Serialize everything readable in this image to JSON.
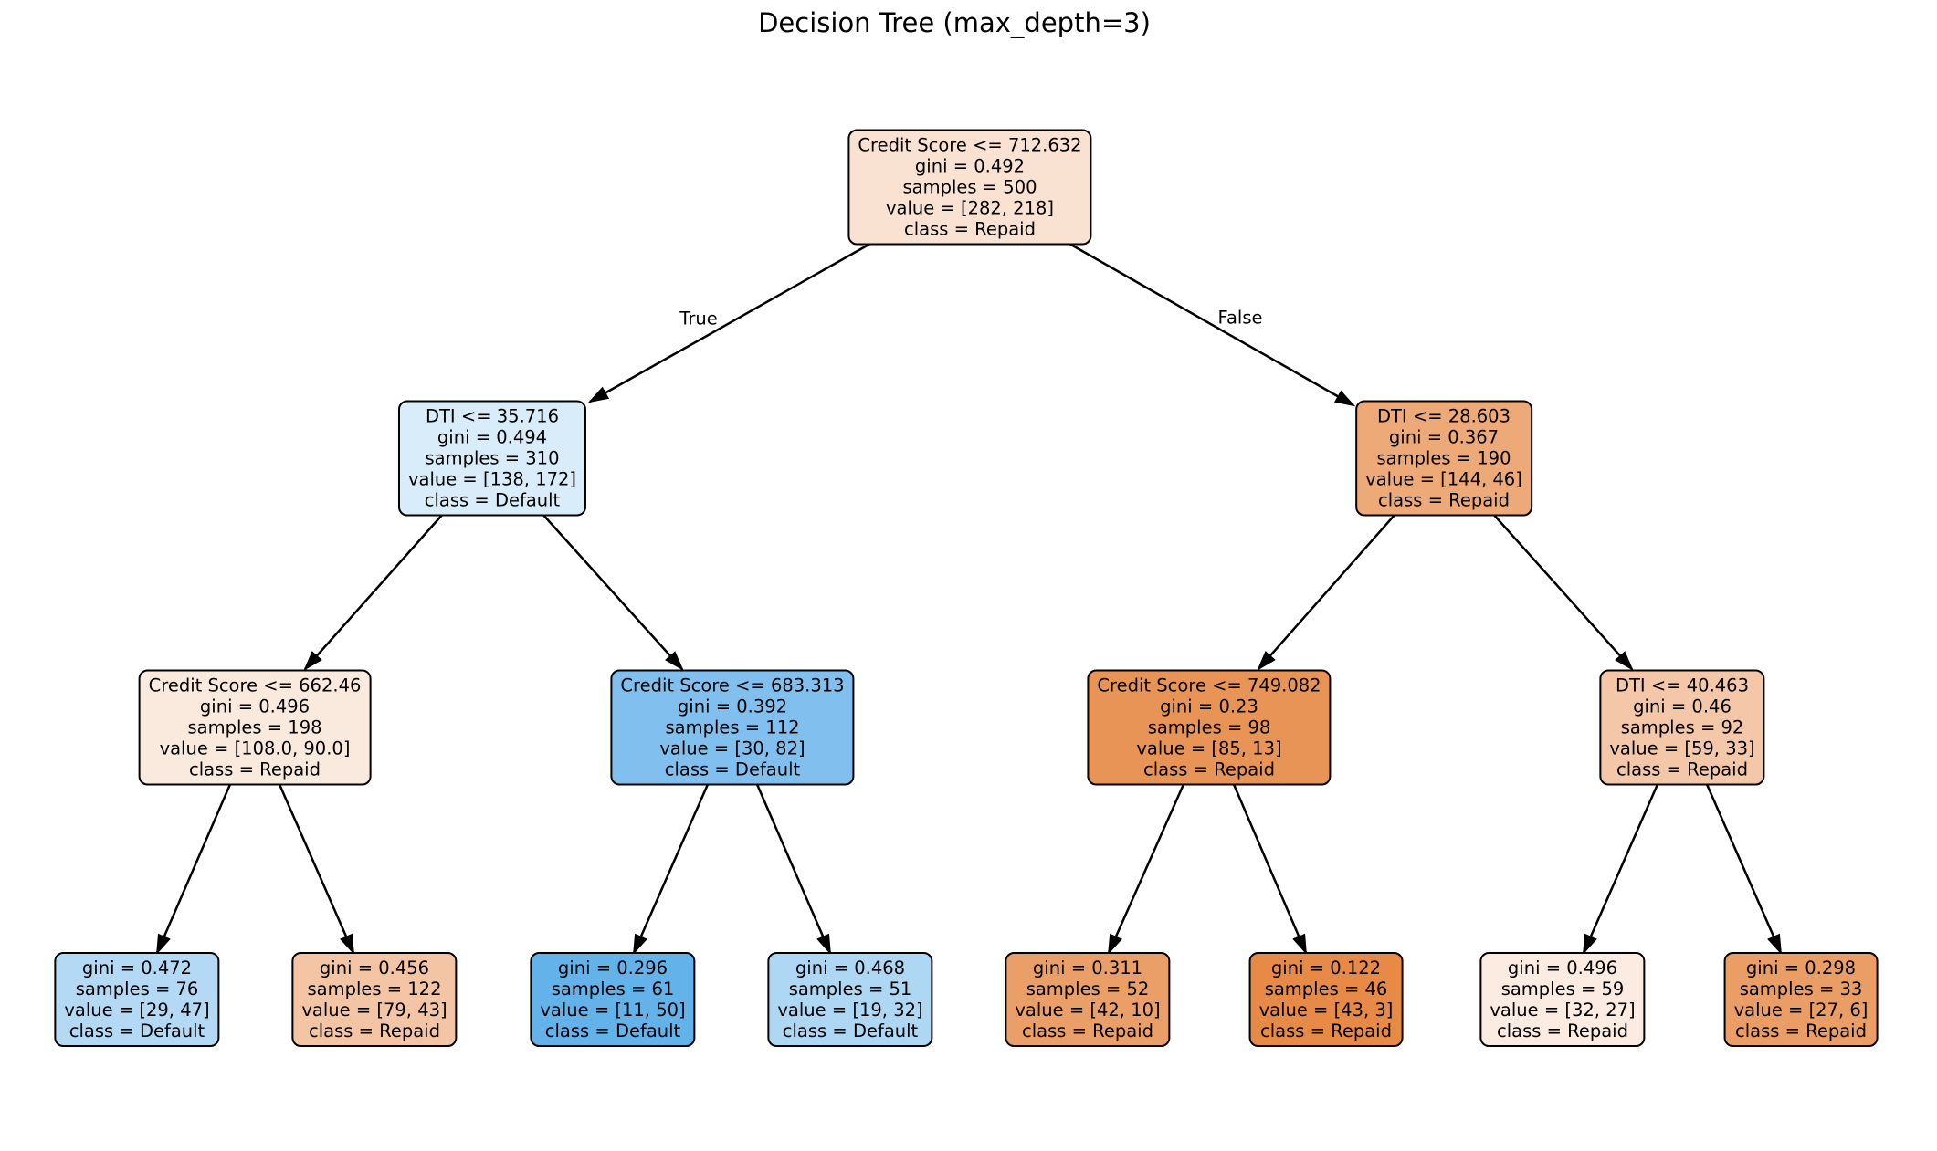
{
  "title": "Decision Tree (max_depth=3)",
  "edge_labels": {
    "left": "True",
    "right": "False"
  },
  "class_colors": {
    "repaid_orange": "#e58139",
    "default_blue": "#399de5"
  },
  "nodes": {
    "root": {
      "condition": "Credit Score <= 712.632",
      "gini": "gini = 0.492",
      "samples": "samples = 500",
      "value": "value = [282, 218]",
      "class_label": "class = Repaid",
      "fill": "#f9e2d2"
    },
    "l2_left": {
      "condition": "DTI <= 35.716",
      "gini": "gini = 0.494",
      "samples": "samples = 310",
      "value": "value = [138, 172]",
      "class_label": "class = Default",
      "fill": "#d8ecfa"
    },
    "l2_right": {
      "condition": "DTI <= 28.603",
      "gini": "gini = 0.367",
      "samples": "samples = 190",
      "value": "value = [144, 46]",
      "class_label": "class = Repaid",
      "fill": "#eda978"
    },
    "l3_a": {
      "condition": "Credit Score <= 662.46",
      "gini": "gini = 0.496",
      "samples": "samples = 198",
      "value": "value = [108.0, 90.0]",
      "class_label": "class = Repaid",
      "fill": "#faeade"
    },
    "l3_b": {
      "condition": "Credit Score <= 683.313",
      "gini": "gini = 0.392",
      "samples": "samples = 112",
      "value": "value = [30, 82]",
      "class_label": "class = Default",
      "fill": "#81c0ee"
    },
    "l3_c": {
      "condition": "Credit Score <= 749.082",
      "gini": "gini = 0.23",
      "samples": "samples = 98",
      "value": "value = [85, 13]",
      "class_label": "class = Repaid",
      "fill": "#e99457"
    },
    "l3_d": {
      "condition": "DTI <= 40.463",
      "gini": "gini = 0.46",
      "samples": "samples = 92",
      "value": "value = [59, 33]",
      "class_label": "class = Repaid",
      "fill": "#f3c7a8"
    },
    "leaf1": {
      "gini": "gini = 0.472",
      "samples": "samples = 76",
      "value": "value = [29, 47]",
      "class_label": "class = Default",
      "fill": "#b3d9f5"
    },
    "leaf2": {
      "gini": "gini = 0.456",
      "samples": "samples = 122",
      "value": "value = [79, 43]",
      "class_label": "class = Repaid",
      "fill": "#f3c5a4"
    },
    "leaf3": {
      "gini": "gini = 0.296",
      "samples": "samples = 61",
      "value": "value = [11, 50]",
      "class_label": "class = Default",
      "fill": "#64b2ea"
    },
    "leaf4": {
      "gini": "gini = 0.468",
      "samples": "samples = 51",
      "value": "value = [19, 32]",
      "class_label": "class = Default",
      "fill": "#aed7f4"
    },
    "leaf5": {
      "gini": "gini = 0.311",
      "samples": "samples = 52",
      "value": "value = [42, 10]",
      "class_label": "class = Repaid",
      "fill": "#eb9f68"
    },
    "leaf6": {
      "gini": "gini = 0.122",
      "samples": "samples = 46",
      "value": "value = [43, 3]",
      "class_label": "class = Repaid",
      "fill": "#e78a47"
    },
    "leaf7": {
      "gini": "gini = 0.496",
      "samples": "samples = 59",
      "value": "value = [32, 27]",
      "class_label": "class = Repaid",
      "fill": "#fbebe0"
    },
    "leaf8": {
      "gini": "gini = 0.298",
      "samples": "samples = 33",
      "value": "value = [27, 6]",
      "class_label": "class = Repaid",
      "fill": "#ea9d65"
    }
  }
}
